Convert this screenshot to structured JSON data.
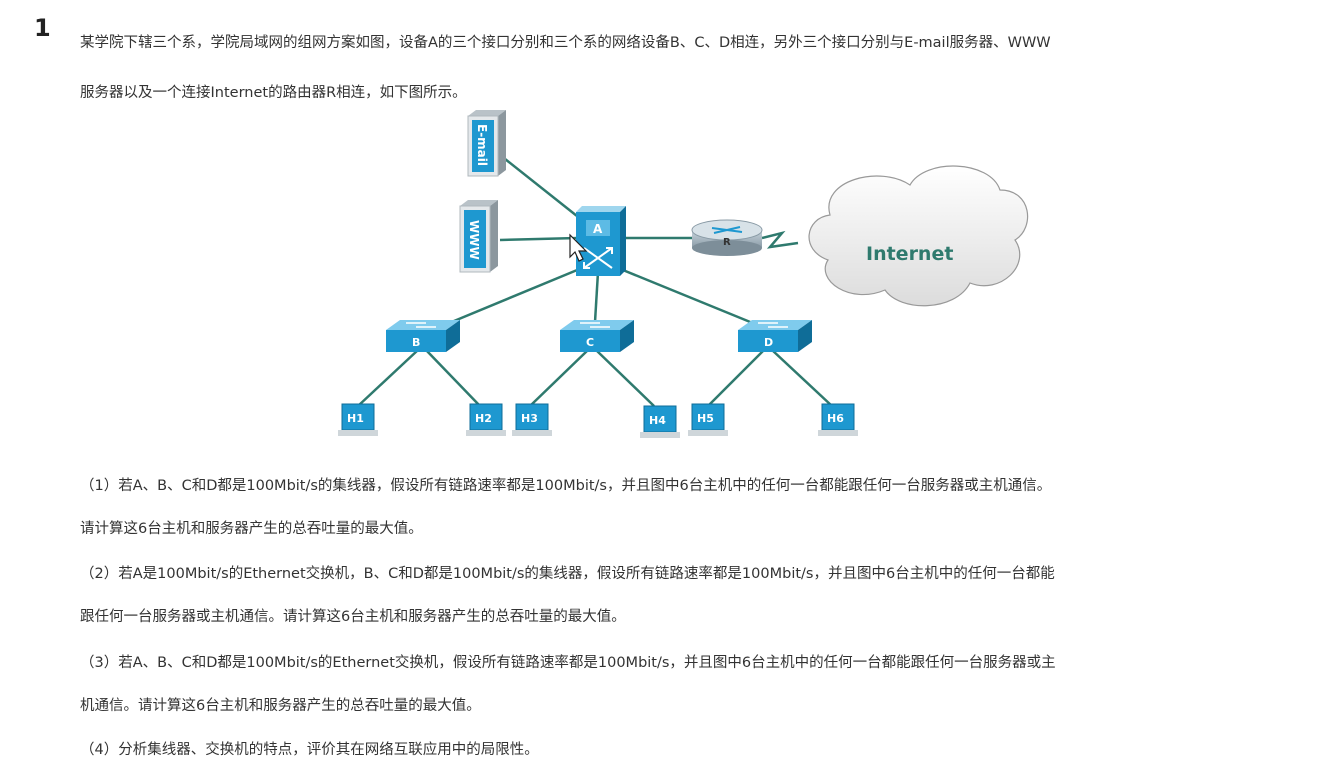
{
  "question": {
    "number": "1",
    "intro_line1": "某学院下辖三个系，学院局域网的组网方案如图，设备A的三个接口分别和三个系的网络设备B、C、D相连，另外三个接口分别与E-mail服务器、WWW",
    "intro_line2": "服务器以及一个连接Internet的路由器R相连，如下图所示。"
  },
  "diagram": {
    "servers": {
      "email": "E-mail",
      "www": "WWW"
    },
    "core_device": "A",
    "router": "R",
    "cloud": "Internet",
    "switches": [
      "B",
      "C",
      "D"
    ],
    "hosts": [
      "H1",
      "H2",
      "H3",
      "H4",
      "H5",
      "H6"
    ],
    "colors": {
      "device": "#1e98d0",
      "device_dark": "#0f6d98",
      "link": "#2f7a6e",
      "cloud_text": "#2f7a6e"
    }
  },
  "subquestions": [
    {
      "line1": "（1）若A、B、C和D都是100Mbit/s的集线器，假设所有链路速率都是100Mbit/s，并且图中6台主机中的任何一台都能跟任何一台服务器或主机通信。",
      "line2": "请计算这6台主机和服务器产生的总吞吐量的最大值。"
    },
    {
      "line1": "（2）若A是100Mbit/s的Ethernet交换机，B、C和D都是100Mbit/s的集线器，假设所有链路速率都是100Mbit/s，并且图中6台主机中的任何一台都能",
      "line2": "跟任何一台服务器或主机通信。请计算这6台主机和服务器产生的总吞吐量的最大值。"
    },
    {
      "line1": "（3）若A、B、C和D都是100Mbit/s的Ethernet交换机，假设所有链路速率都是100Mbit/s，并且图中6台主机中的任何一台都能跟任何一台服务器或主",
      "line2": "机通信。请计算这6台主机和服务器产生的总吞吐量的最大值。"
    },
    {
      "line1": "（4）分析集线器、交换机的特点，评价其在网络互联应用中的局限性。"
    }
  ]
}
